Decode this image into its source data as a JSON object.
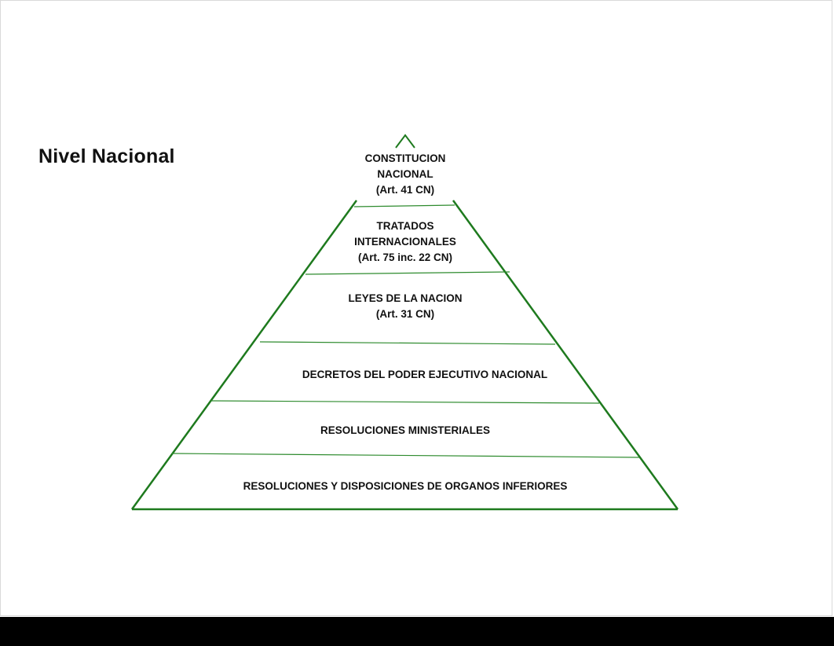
{
  "title": "Nivel Nacional",
  "colors": {
    "pyramid_line": "#1e7a1e",
    "text": "#111111",
    "bottom_bar": "#000000"
  },
  "levels": [
    {
      "lines": [
        "CONSTITUCION",
        "NACIONAL",
        "(Art. 41 CN)"
      ]
    },
    {
      "lines": [
        "TRATADOS",
        "INTERNACIONALES",
        "(Art. 75 inc. 22 CN)"
      ]
    },
    {
      "lines": [
        "LEYES DE LA NACION",
        "(Art. 31 CN)"
      ]
    },
    {
      "lines": [
        "DECRETOS DEL PODER EJECUTIVO NACIONAL"
      ]
    },
    {
      "lines": [
        "RESOLUCIONES MINISTERIALES"
      ]
    },
    {
      "lines": [
        "RESOLUCIONES Y DISPOSICIONES DE ORGANOS INFERIORES"
      ]
    }
  ]
}
